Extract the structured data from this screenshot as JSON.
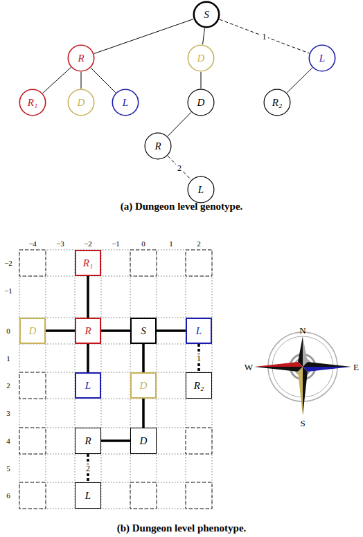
{
  "diagram": {
    "nodes": [
      {
        "text": [
          "S"
        ]
      },
      {
        "text": [
          "R"
        ]
      },
      {
        "text": [
          "D"
        ]
      },
      {
        "text": [
          "L"
        ]
      },
      {
        "text": [
          "R₁"
        ]
      },
      {
        "text": [
          "D"
        ]
      },
      {
        "text": [
          "L"
        ]
      },
      {
        "text": [
          "D"
        ]
      },
      {
        "text": [
          "R₂"
        ]
      },
      {
        "text": [
          "R"
        ]
      },
      {
        "text": [
          "L"
        ]
      },
      {
        "text": [
          "R₁"
        ]
      },
      {
        "text": [
          "D"
        ]
      },
      {
        "text": [
          "R"
        ]
      },
      {
        "text": [
          "S"
        ]
      },
      {
        "text": [
          "L"
        ]
      },
      {
        "text": [
          "L"
        ]
      },
      {
        "text": [
          "D"
        ]
      },
      {
        "text": [
          "R₂"
        ]
      },
      {
        "text": [
          "R"
        ]
      },
      {
        "text": [
          "D"
        ]
      },
      {
        "text": [
          "L"
        ]
      }
    ],
    "edges": [
      {
        "from": 0,
        "to": 1,
        "arrow": "none"
      },
      {
        "from": 0,
        "to": 2,
        "arrow": "none"
      },
      {
        "from": 0,
        "to": 3,
        "label": "1",
        "arrow": "none"
      },
      {
        "from": 1,
        "to": 4,
        "arrow": "none"
      },
      {
        "from": 1,
        "to": 5,
        "arrow": "none"
      },
      {
        "from": 1,
        "to": 6,
        "arrow": "none"
      },
      {
        "from": 2,
        "to": 7,
        "arrow": "none"
      },
      {
        "from": 3,
        "to": 8,
        "arrow": "none"
      },
      {
        "from": 7,
        "to": 9,
        "arrow": "none"
      },
      {
        "from": 9,
        "to": 10,
        "label": "2",
        "arrow": "none"
      },
      {
        "from": 14,
        "to": 13,
        "arrow": "none"
      },
      {
        "from": 14,
        "to": 15,
        "arrow": "none"
      },
      {
        "from": 13,
        "to": 11,
        "arrow": "none"
      },
      {
        "from": 13,
        "to": 12,
        "arrow": "none"
      },
      {
        "from": 13,
        "to": 16,
        "arrow": "none"
      },
      {
        "from": 14,
        "to": 17,
        "arrow": "none"
      },
      {
        "from": 17,
        "to": 20,
        "arrow": "none"
      },
      {
        "from": 20,
        "to": 19,
        "arrow": "none"
      },
      {
        "from": 19,
        "to": 21,
        "label": "2",
        "arrow": "none"
      },
      {
        "from": 15,
        "to": 18,
        "label": "1",
        "arrow": "none"
      }
    ],
    "labels": [
      "(a) Dungeon level genotype.",
      "(b) Dungeon level phenotype.",
      "−4",
      "−3",
      "−2",
      "−1",
      "0",
      "1",
      "2",
      "−2",
      "−1",
      "0",
      "1",
      "2",
      "3",
      "4",
      "5",
      "6",
      "N",
      "E",
      "S",
      "W"
    ]
  }
}
